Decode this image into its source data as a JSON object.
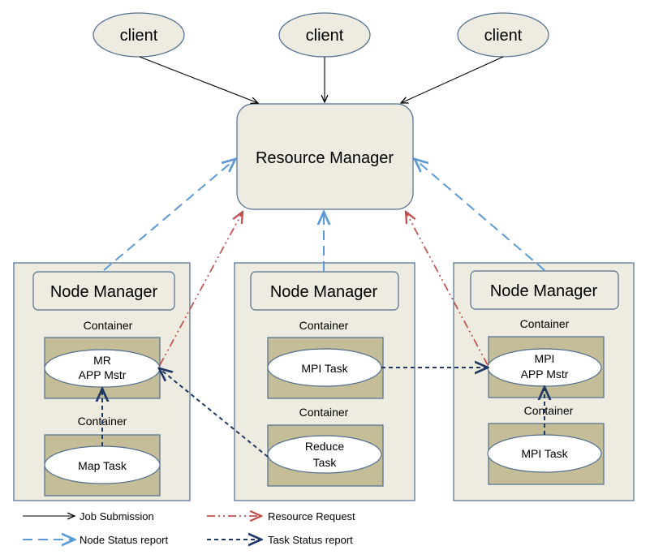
{
  "clients": [
    "client",
    "client",
    "client"
  ],
  "resource_manager": "Resource Manager",
  "nodes": [
    {
      "title": "Node Manager",
      "containers": [
        {
          "label": "Container",
          "task": [
            "MR",
            "APP Mstr"
          ]
        },
        {
          "label": "Container",
          "task": [
            "Map Task"
          ]
        }
      ]
    },
    {
      "title": "Node Manager",
      "containers": [
        {
          "label": "Container",
          "task": [
            "MPI Task"
          ]
        },
        {
          "label": "Container",
          "task": [
            "Reduce",
            "Task"
          ]
        }
      ]
    },
    {
      "title": "Node Manager",
      "containers": [
        {
          "label": "Container",
          "task": [
            "MPI",
            "APP Mstr"
          ]
        },
        {
          "label": "Container",
          "task": [
            "MPI Task"
          ]
        }
      ]
    }
  ],
  "legend": {
    "job_submission": "Job Submission",
    "resource_request": "Resource Request",
    "node_status": "Node Status report",
    "task_status": "Task Status report"
  },
  "colors": {
    "box_fill": "#EEECE1",
    "box_stroke": "#4F6D8F",
    "container_fill": "#C4BD97",
    "job_submission": "#000000",
    "node_status": "#5B9BD5",
    "resource_request": "#C0504D",
    "task_status": "#1F3864"
  }
}
